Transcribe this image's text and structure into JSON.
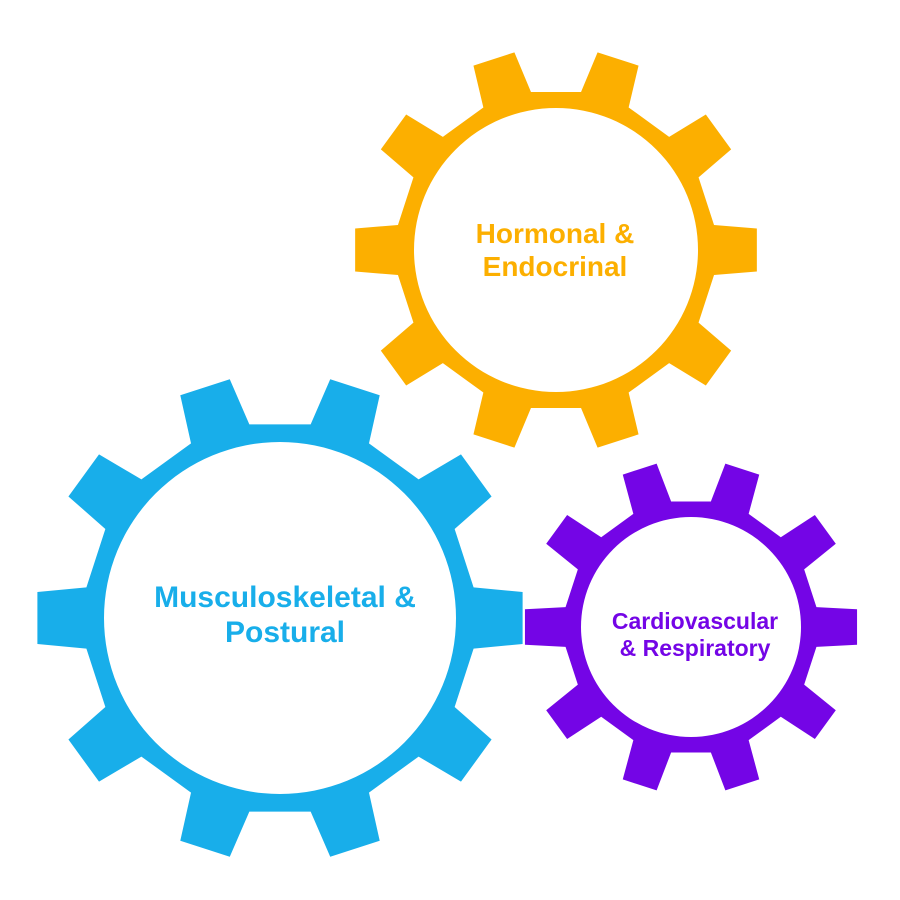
{
  "gears": [
    {
      "id": "hormonal",
      "line1": "Hormonal &",
      "line2": "Endocrinal",
      "color": "#FCAF00"
    },
    {
      "id": "musculoskeletal",
      "line1": "Musculoskeletal &",
      "line2": "Postural",
      "color": "#18AEEA"
    },
    {
      "id": "cardiovascular",
      "line1": "Cardiovascular",
      "line2": "& Respiratory",
      "color": "#7405E6"
    }
  ]
}
